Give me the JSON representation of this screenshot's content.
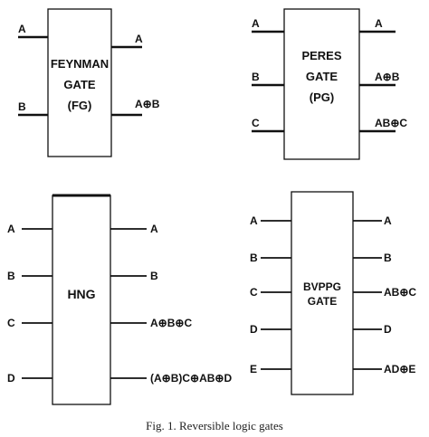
{
  "gates": [
    {
      "id": "feynman",
      "label": [
        "FEYNMAN",
        "GATE",
        "(FG)"
      ],
      "inputs": [
        "A",
        "B"
      ],
      "outputs": [
        "A",
        "A⊕B"
      ]
    },
    {
      "id": "peres",
      "label": [
        "PERES",
        "GATE",
        "(PG)"
      ],
      "inputs": [
        "A",
        "B",
        "C"
      ],
      "outputs": [
        "A",
        "A⊕B",
        "AB⊕C"
      ]
    },
    {
      "id": "hng",
      "label": [
        "HNG"
      ],
      "inputs": [
        "A",
        "B",
        "C",
        "D"
      ],
      "outputs": [
        "A",
        "B",
        "A⊕B⊕C",
        "(A⊕B)C⊕AB⊕D"
      ]
    },
    {
      "id": "bvppg",
      "label": [
        "BVPPG",
        "GATE"
      ],
      "inputs": [
        "A",
        "B",
        "C",
        "D",
        "E"
      ],
      "outputs": [
        "A",
        "B",
        "AB⊕C",
        "D",
        "AD⊕E"
      ]
    }
  ],
  "caption": "Fig. 1.  Reversible logic gates"
}
